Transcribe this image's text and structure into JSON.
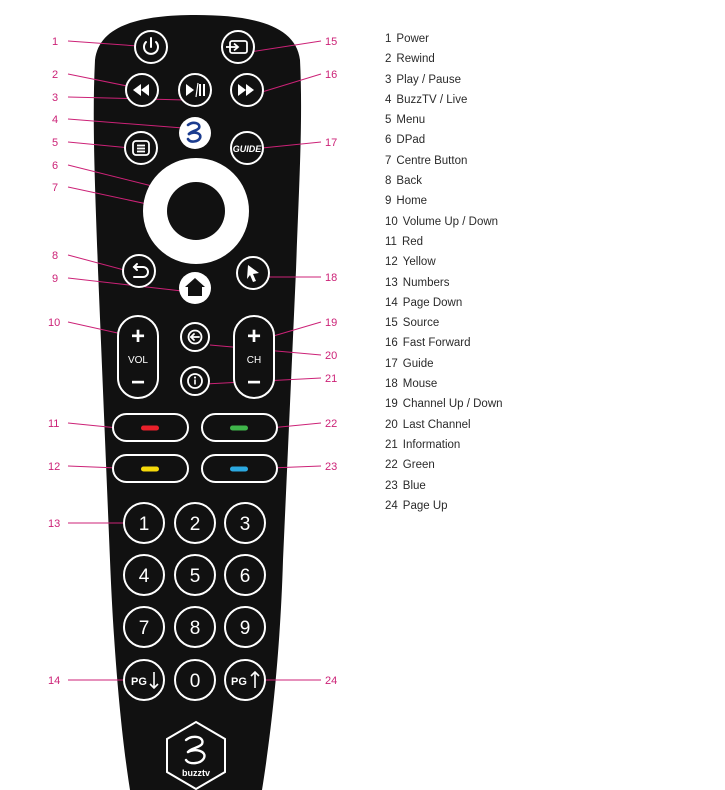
{
  "legend": [
    {
      "num": "1",
      "label": "Power"
    },
    {
      "num": "2",
      "label": "Rewind"
    },
    {
      "num": "3",
      "label": "Play / Pause"
    },
    {
      "num": "4",
      "label": "BuzzTV / Live"
    },
    {
      "num": "5",
      "label": "Menu"
    },
    {
      "num": "6",
      "label": "DPad"
    },
    {
      "num": "7",
      "label": "Centre Button"
    },
    {
      "num": "8",
      "label": "Back"
    },
    {
      "num": "9",
      "label": "Home"
    },
    {
      "num": "10",
      "label": "Volume Up / Down"
    },
    {
      "num": "11",
      "label": "Red"
    },
    {
      "num": "12",
      "label": "Yellow"
    },
    {
      "num": "13",
      "label": "Numbers"
    },
    {
      "num": "14",
      "label": "Page Down"
    },
    {
      "num": "15",
      "label": "Source"
    },
    {
      "num": "16",
      "label": "Fast Forward"
    },
    {
      "num": "17",
      "label": "Guide"
    },
    {
      "num": "18",
      "label": "Mouse"
    },
    {
      "num": "19",
      "label": "Channel Up / Down"
    },
    {
      "num": "20",
      "label": "Last Channel"
    },
    {
      "num": "21",
      "label": "Information"
    },
    {
      "num": "22",
      "label": "Green"
    },
    {
      "num": "23",
      "label": "Blue"
    },
    {
      "num": "24",
      "label": "Page Up"
    }
  ],
  "callouts": {
    "c1": "1",
    "c2": "2",
    "c3": "3",
    "c4": "4",
    "c5": "5",
    "c6": "6",
    "c7": "7",
    "c8": "8",
    "c9": "9",
    "c10": "10",
    "c11": "11",
    "c12": "12",
    "c13": "13",
    "c14": "14",
    "c15": "15",
    "c16": "16",
    "c17": "17",
    "c18": "18",
    "c19": "19",
    "c20": "20",
    "c21": "21",
    "c22": "22",
    "c23": "23",
    "c24": "24"
  },
  "remote": {
    "guide_label": "GUIDE",
    "vol_label": "VOL",
    "ch_label": "CH",
    "plus": "+",
    "minus": "−",
    "pg_label": "PG",
    "numbers": [
      "1",
      "2",
      "3",
      "4",
      "5",
      "6",
      "7",
      "8",
      "9",
      "0"
    ],
    "brand": "buzztv"
  },
  "colors": {
    "remote_body": "#111111",
    "callout": "#cc2277",
    "red": "#e8202a",
    "green": "#3fb54a",
    "yellow": "#f5d90a",
    "blue": "#2ba8e0",
    "buzz_logo": "#1b3c8f"
  }
}
